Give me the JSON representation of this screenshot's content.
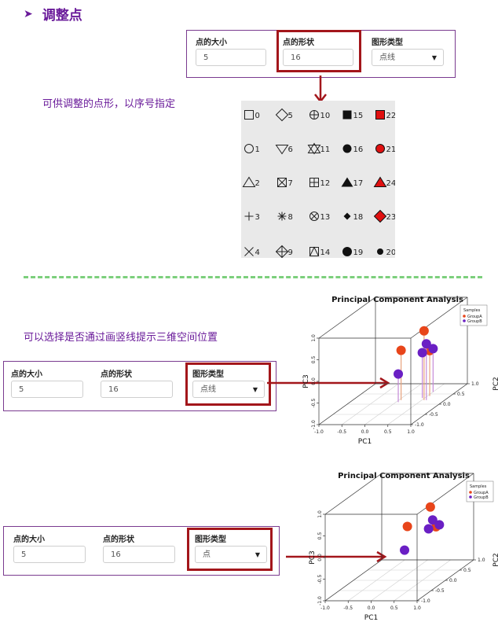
{
  "section": {
    "title": "调整点"
  },
  "top_panel": {
    "size_label": "点的大小",
    "size_value": "5",
    "shape_label": "点的形状",
    "shape_value": "16",
    "type_label": "图形类型",
    "type_value": "点线"
  },
  "shape_hint": "可供调整的点形，以序号指定",
  "shapes": [
    {
      "n": "0",
      "kind": "square"
    },
    {
      "n": "5",
      "kind": "diamond"
    },
    {
      "n": "10",
      "kind": "circle-plus"
    },
    {
      "n": "15",
      "kind": "filled-square"
    },
    {
      "n": "22",
      "kind": "red-square"
    },
    {
      "n": "1",
      "kind": "circle"
    },
    {
      "n": "6",
      "kind": "triangle-down"
    },
    {
      "n": "11",
      "kind": "star-david"
    },
    {
      "n": "16",
      "kind": "filled-circle"
    },
    {
      "n": "21",
      "kind": "red-circle"
    },
    {
      "n": "2",
      "kind": "triangle"
    },
    {
      "n": "7",
      "kind": "square-x"
    },
    {
      "n": "12",
      "kind": "square-plus"
    },
    {
      "n": "17",
      "kind": "filled-triangle"
    },
    {
      "n": "24",
      "kind": "red-triangle"
    },
    {
      "n": "3",
      "kind": "plus"
    },
    {
      "n": "8",
      "kind": "asterisk"
    },
    {
      "n": "13",
      "kind": "circle-x"
    },
    {
      "n": "18",
      "kind": "filled-diamond-small"
    },
    {
      "n": "23",
      "kind": "red-diamond"
    },
    {
      "n": "4",
      "kind": "x"
    },
    {
      "n": "9",
      "kind": "diamond-plus"
    },
    {
      "n": "14",
      "kind": "square-triangle"
    },
    {
      "n": "19",
      "kind": "filled-circle-large"
    },
    {
      "n": "20",
      "kind": "filled-circle-small"
    }
  ],
  "mid_hint": "可以选择是否通过画竖线提示三维空间位置",
  "mid_panel": {
    "size_label": "点的大小",
    "size_value": "5",
    "shape_label": "点的形状",
    "shape_value": "16",
    "type_label": "图形类型",
    "type_value": "点线"
  },
  "bottom_panel": {
    "size_label": "点的大小",
    "size_value": "5",
    "shape_label": "点的形状",
    "shape_value": "16",
    "type_label": "图形类型",
    "type_value": "点"
  },
  "colors": {
    "groupA": "#e8451a",
    "groupB": "#6a1fc4",
    "accent": "#a3161b",
    "purple": "#6a1b9a"
  },
  "chart_data": [
    {
      "type": "scatter",
      "title": "Principal Component Analysis",
      "xlabel": "PC1",
      "ylabel": "PC3",
      "zlabel": "PC2",
      "xticks": [
        "-1.0",
        "-0.5",
        "0.0",
        "0.5",
        "1.0"
      ],
      "yticks": [
        "-1.0",
        "-0.5",
        "0.0",
        "0.5",
        "1.0"
      ],
      "zticks": [
        "-1.0",
        "-0.5",
        "0.0",
        "0.5",
        "1.0"
      ],
      "legend_title": "Samples",
      "legend": [
        "GroupA",
        "GroupB"
      ],
      "legend_placement": "top-right",
      "drop_lines": true,
      "series": [
        {
          "name": "GroupA",
          "points": [
            [
              0.55,
              0.6,
              0.2
            ],
            [
              0.05,
              0.15,
              0.2
            ],
            [
              0.55,
              0.05,
              0.4
            ]
          ]
        },
        {
          "name": "GroupB",
          "points": [
            [
              0.6,
              0.3,
              0.2
            ],
            [
              0.45,
              0.05,
              0.3
            ],
            [
              0.05,
              -0.35,
              0.1
            ],
            [
              0.5,
              0.0,
              0.6
            ]
          ]
        }
      ]
    },
    {
      "type": "scatter",
      "title": "Principal Component Analysis",
      "xlabel": "PC1",
      "ylabel": "PC3",
      "zlabel": "PC2",
      "xticks": [
        "-1.0",
        "-0.5",
        "0.0",
        "0.5",
        "1.0"
      ],
      "yticks": [
        "-1.0",
        "-0.5",
        "0.0",
        "0.5",
        "1.0"
      ],
      "zticks": [
        "-1.0",
        "-0.5",
        "0.0",
        "0.5",
        "1.0"
      ],
      "legend_title": "Samples",
      "legend": [
        "GroupA",
        "GroupB"
      ],
      "legend_placement": "top-right",
      "drop_lines": false,
      "series": [
        {
          "name": "GroupA",
          "points": [
            [
              0.55,
              0.6,
              0.2
            ],
            [
              0.05,
              0.15,
              0.2
            ],
            [
              0.55,
              0.05,
              0.4
            ]
          ]
        },
        {
          "name": "GroupB",
          "points": [
            [
              0.6,
              0.3,
              0.2
            ],
            [
              0.45,
              0.05,
              0.3
            ],
            [
              0.05,
              -0.35,
              0.1
            ],
            [
              0.5,
              0.0,
              0.6
            ]
          ]
        }
      ]
    }
  ]
}
